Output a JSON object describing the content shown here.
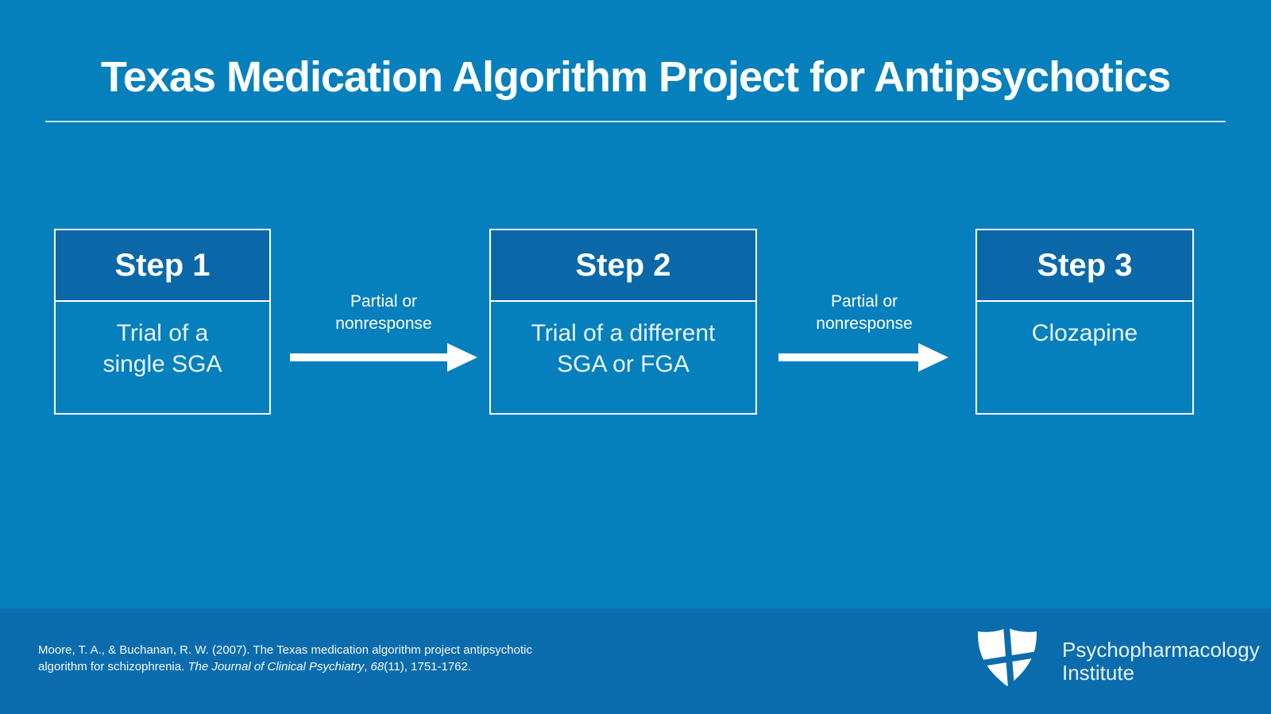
{
  "slide": {
    "title": "Texas Medication Algorithm Project for Antipsychotics",
    "colors": {
      "background": "#0580BD",
      "footer_background": "#0B6CAD",
      "step_header_background": "#0A68A9",
      "arrow_white": "#FFFFFF"
    },
    "steps": [
      {
        "label": "Step 1",
        "body_lines": [
          "Trial of a",
          "single SGA"
        ]
      },
      {
        "label": "Step 2",
        "body_lines": [
          "Trial of a different",
          "SGA or FGA"
        ]
      },
      {
        "label": "Step 3",
        "body_lines": [
          "Clozapine",
          ""
        ]
      }
    ],
    "arrows": [
      {
        "label_line1": "Partial or",
        "label_line2": "nonresponse"
      },
      {
        "label_line1": "Partial or",
        "label_line2": "nonresponse"
      }
    ],
    "footer": {
      "citation_line1": "Moore, T. A., & Buchanan, R. W. (2007). The Texas medication algorithm project antipsychotic",
      "citation_line2_prefix": "algorithm for schizophrenia. ",
      "citation_journal": "The Journal of Clinical Psychiatry",
      "citation_sep": ", ",
      "citation_volume": "68",
      "citation_suffix": "(11), 1751-1762.",
      "logo_line1": "Psychopharmacology",
      "logo_line2": "Institute"
    }
  }
}
